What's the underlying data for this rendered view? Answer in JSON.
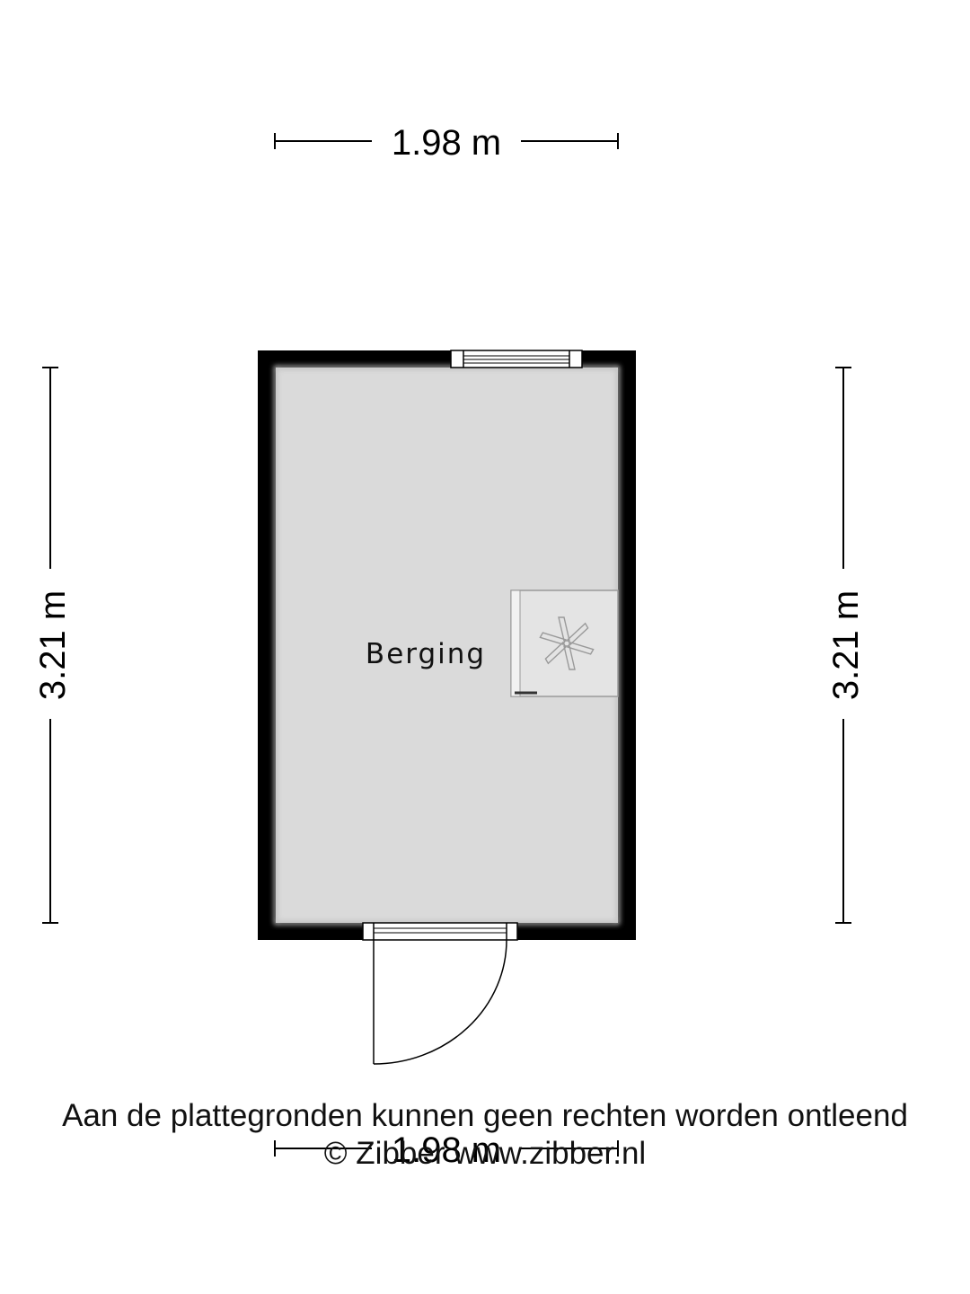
{
  "plan": {
    "dimensions": {
      "top_width": "1.98 m",
      "bottom_width": "1.98 m",
      "left_height": "3.21 m",
      "right_height": "3.21 m"
    },
    "rooms": [
      {
        "label": "Berging"
      }
    ],
    "symbols": [
      "window",
      "door",
      "fan-icon",
      "meter-cabinet"
    ]
  },
  "footer": {
    "disclaimer": "Aan de plattegronden kunnen geen rechten worden ontleend",
    "copyright": "© Zibber www.zibber.nl"
  },
  "colors": {
    "wall": "#000000",
    "floor": "#dadada",
    "background": "#ffffff"
  }
}
